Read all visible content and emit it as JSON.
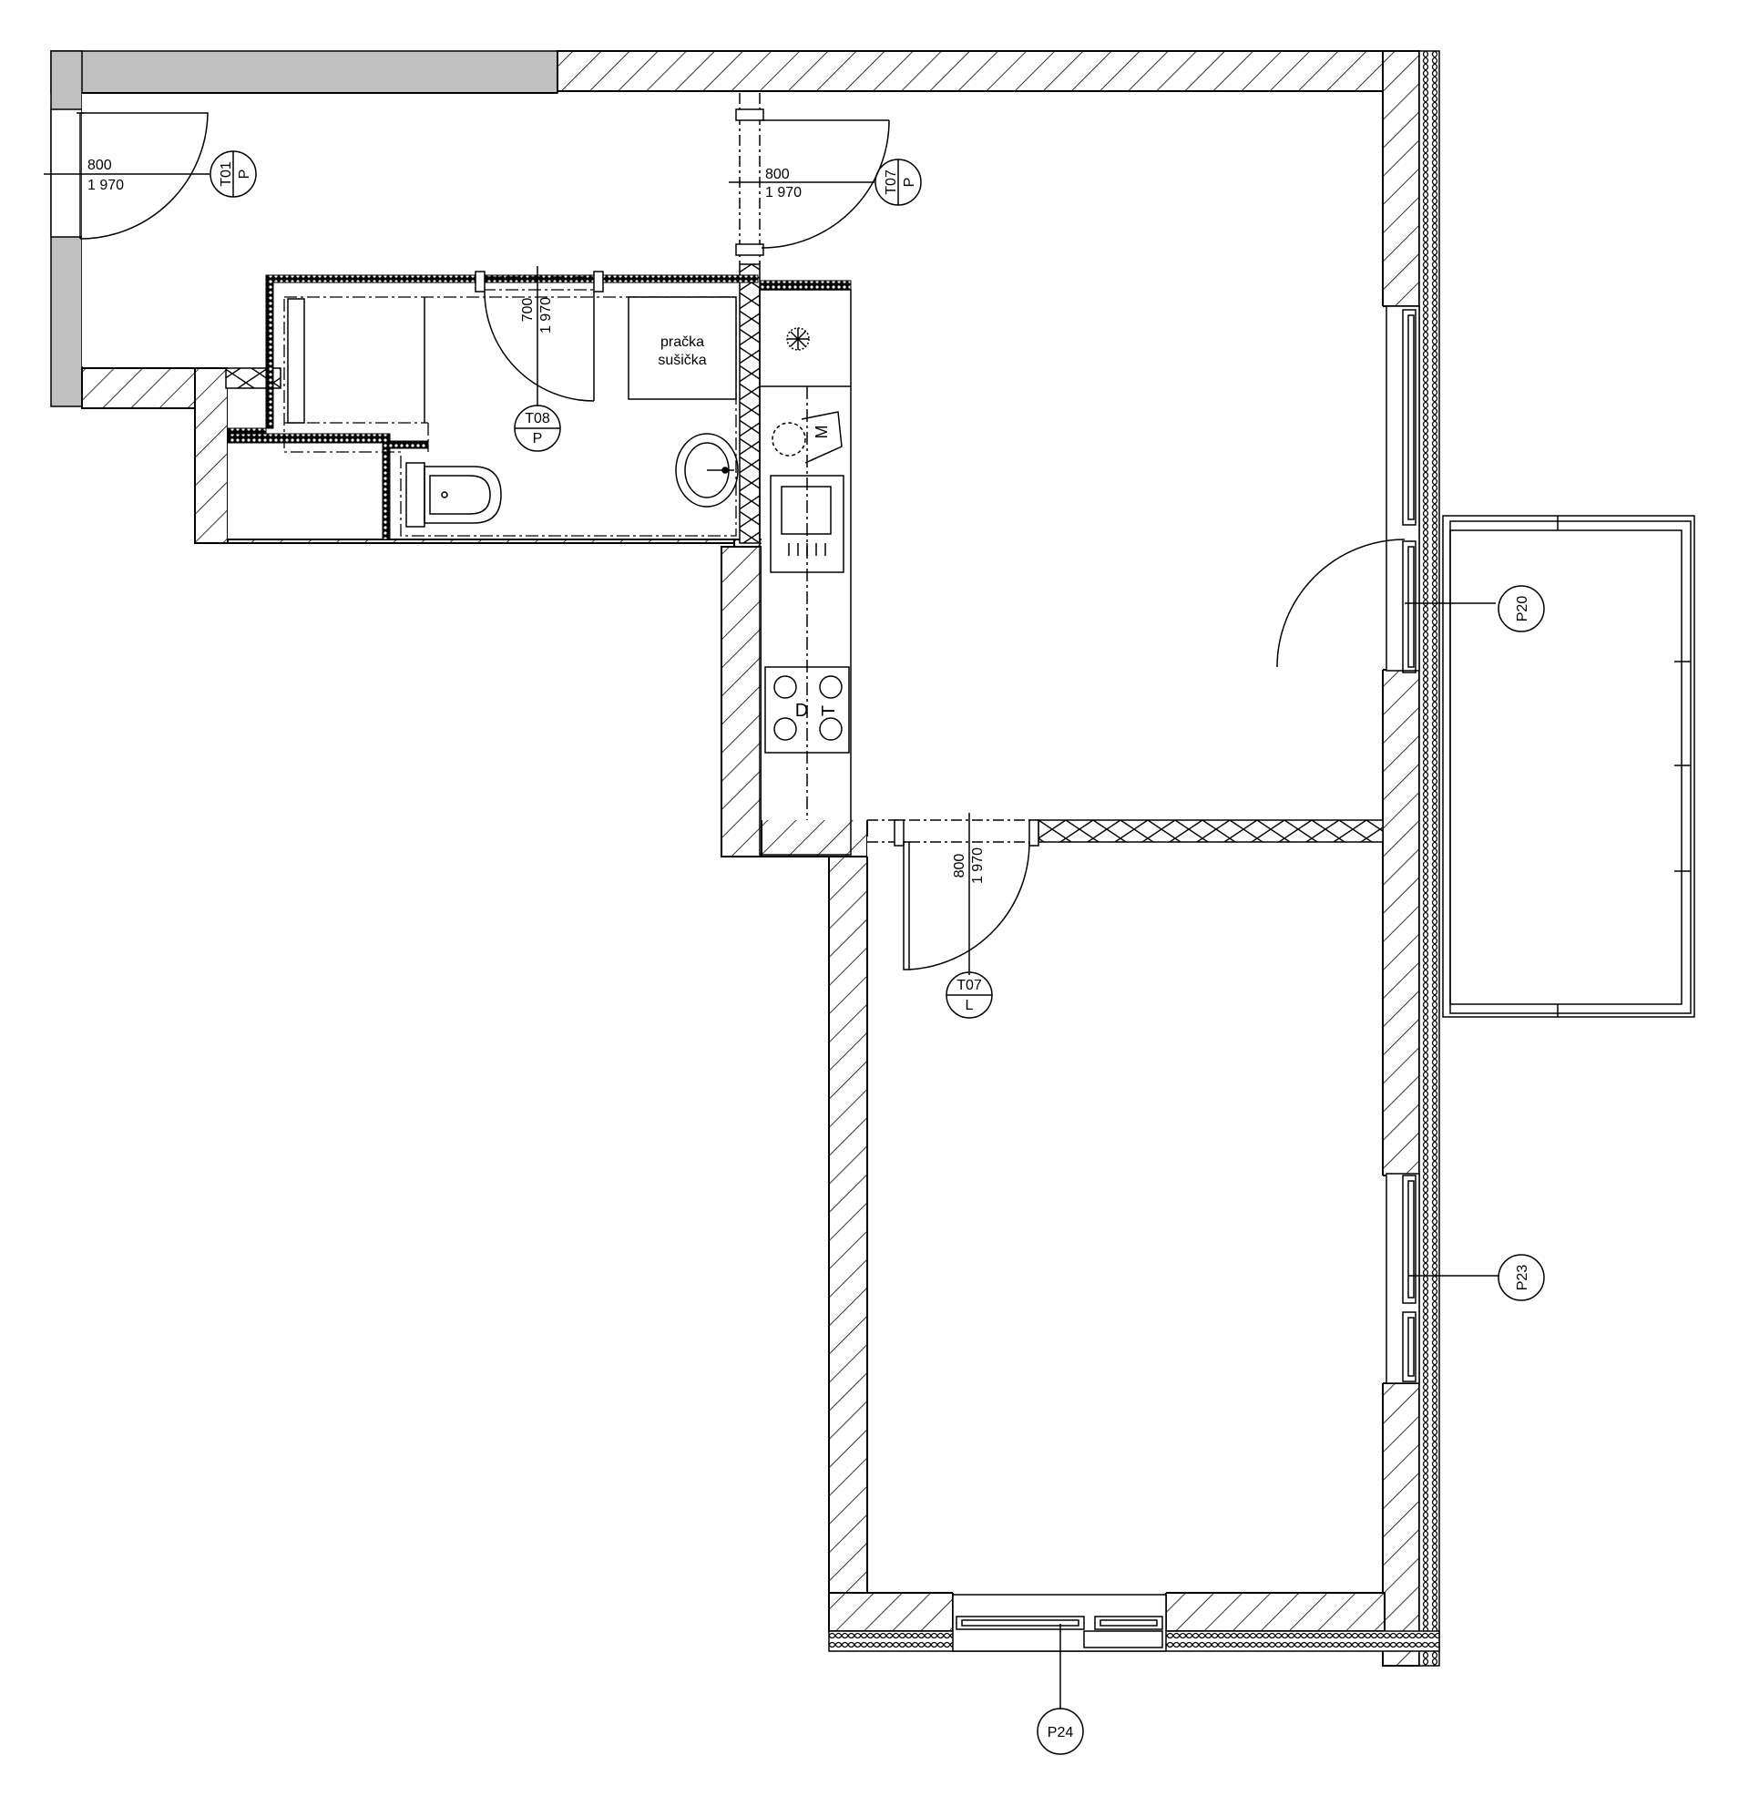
{
  "doors": {
    "t01": {
      "width": "800",
      "height": "1 970",
      "code": "T01",
      "side": "P"
    },
    "t07_top": {
      "width": "800",
      "height": "1 970",
      "code": "T07",
      "side": "P"
    },
    "t08": {
      "width": "700",
      "height": "1 970",
      "code": "T08",
      "side": "P"
    },
    "t07_mid": {
      "width": "800",
      "height": "1 970",
      "code": "T07",
      "side": "L"
    }
  },
  "windows": {
    "p20": "P20",
    "p23": "P23",
    "p24": "P24"
  },
  "fixtures": {
    "washer": [
      "pračka",
      "sušička"
    ],
    "oven_letter": "D",
    "hob_letter": "T",
    "micro_letter": "M"
  },
  "colors": {
    "wall_line": "#000000",
    "grey_fill": "#c0c0c0",
    "background": "#ffffff"
  }
}
